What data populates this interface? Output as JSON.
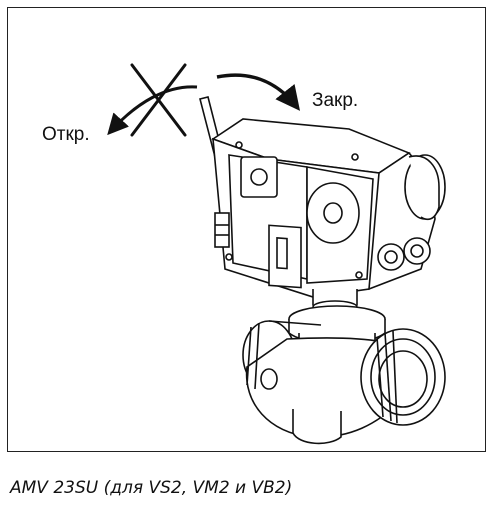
{
  "labels": {
    "open": "Откр.",
    "close": "Закр."
  },
  "caption": "AMV 23SU (для VS2, VM2 и VB2)",
  "icons": [
    "cross-icon",
    "arrow-left-icon",
    "arrow-right-icon"
  ],
  "colors": {
    "ink": "#111111",
    "frame": "#222222",
    "background": "#ffffff"
  }
}
